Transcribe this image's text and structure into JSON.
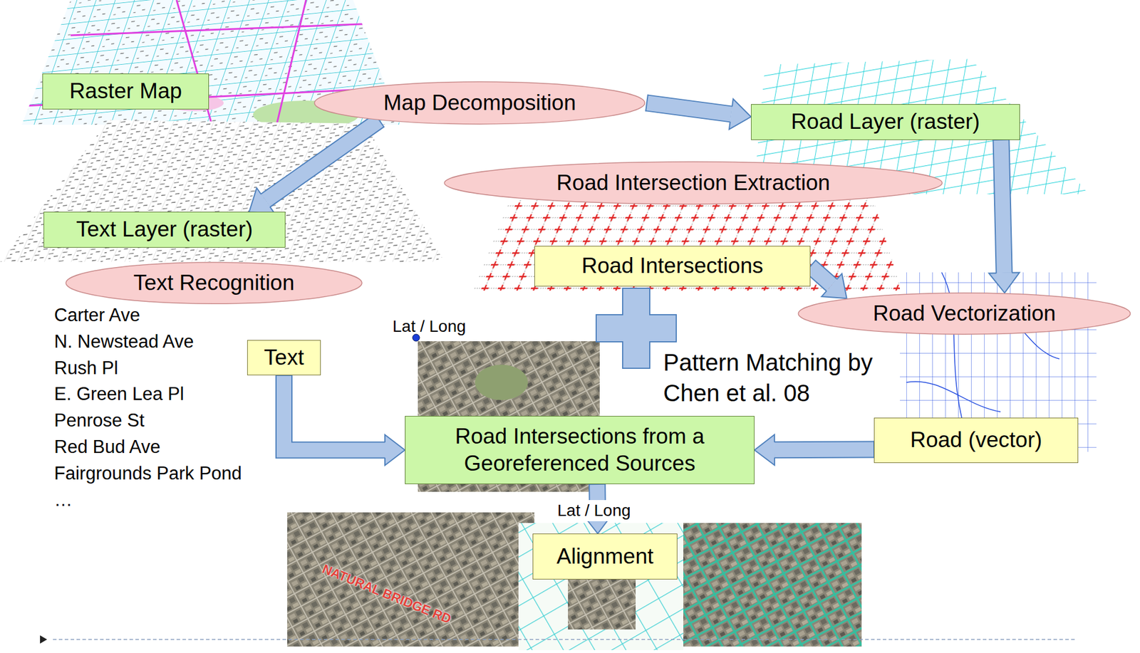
{
  "diagram": {
    "nodes": [
      {
        "text": [
          "Raster Map"
        ]
      },
      {
        "text": [
          "Map Decomposition"
        ]
      },
      {
        "text": [
          "Road Layer (raster)"
        ]
      },
      {
        "text": [
          "Road Intersection Extraction"
        ]
      },
      {
        "text": [
          "Text Layer (raster)"
        ]
      },
      {
        "text": [
          "Road Intersections"
        ]
      },
      {
        "text": [
          "Text Recognition"
        ]
      },
      {
        "text": [
          "Road Vectorization"
        ]
      },
      {
        "text": [
          "Text"
        ]
      },
      {
        "text": [
          "Road Intersections from a Georeferenced Sources"
        ]
      },
      {
        "text": [
          "Road (vector)"
        ]
      },
      {
        "text": [
          "Alignment"
        ]
      }
    ],
    "edges": [
      {
        "from": 1,
        "to": 2,
        "arrow": "to"
      },
      {
        "from": 1,
        "to": 4,
        "arrow": "to"
      },
      {
        "from": 2,
        "to": 7,
        "arrow": "to"
      },
      {
        "from": 5,
        "to": 7,
        "arrow": "to"
      },
      {
        "from": 8,
        "to": 9,
        "arrow": "to"
      },
      {
        "from": 10,
        "to": 9,
        "arrow": "to"
      },
      {
        "from": 9,
        "to": 11,
        "arrow": "to"
      }
    ],
    "labels": [
      "Carter Ave",
      "N. Newstead Ave",
      "Rush Pl",
      "E. Green Lea Pl",
      "Penrose St",
      "Red Bud Ave",
      "Fairgrounds Park Pond",
      "…",
      "Lat / Long",
      "Pattern Matching by Chen et al. 08",
      "Lat / Long",
      "NATURAL BRIDGE RD"
    ]
  }
}
